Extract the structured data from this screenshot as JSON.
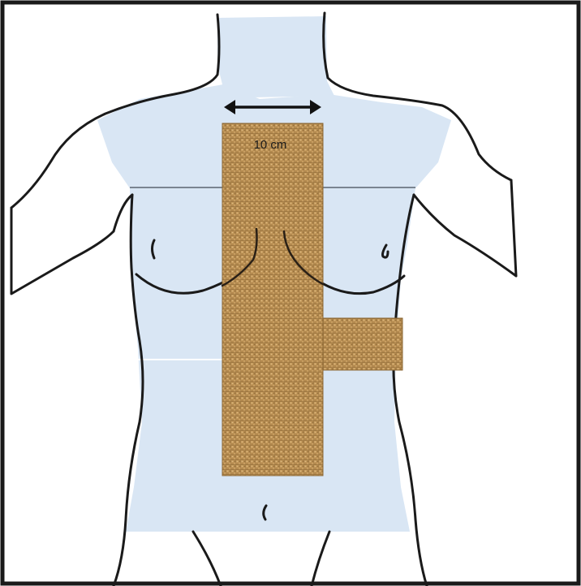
{
  "diagram": {
    "measurement_label": "10 cm",
    "colors": {
      "frame": "#1a1a1a",
      "body_fill": "#d9e6f4",
      "outline": "#1a1a1a",
      "patch": "#b48a4f",
      "patch_dark": "#8a6532",
      "patch_light": "#d2b07a"
    },
    "elements": [
      {
        "name": "torso-outline",
        "kind": "line-drawing"
      },
      {
        "name": "vertical-fabric-strip",
        "kind": "textured-rectangle"
      },
      {
        "name": "lateral-fabric-strip",
        "kind": "textured-rectangle"
      },
      {
        "name": "width-arrow",
        "kind": "double-headed-arrow"
      }
    ]
  }
}
